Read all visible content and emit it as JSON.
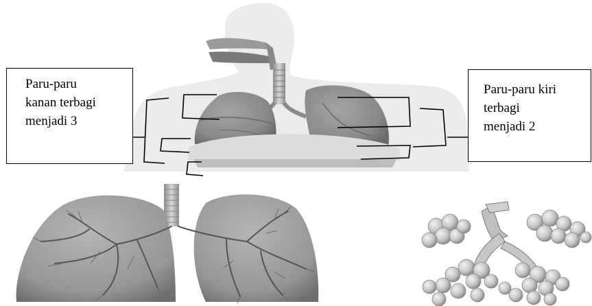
{
  "callouts": {
    "right_lung": {
      "lines": [
        "Paru-paru",
        "kanan terbagi",
        "menjadi 3"
      ]
    },
    "left_lung": {
      "lines": [
        "Paru-paru kiri",
        "terbagi",
        "menjadi 2"
      ]
    }
  },
  "colors": {
    "background": "#ffffff",
    "body_silhouette": "#ebebeb",
    "lung_tissue": "#8f8f8f",
    "lung_dark": "#5e5e5e",
    "diaphragm": "#dcdcdc",
    "trachea": "#b8b8b8",
    "bronchial_vessels": "#555555",
    "alveoli": "#c4c4c4",
    "callout_border": "#000000",
    "bracket_line": "#000000"
  },
  "illustrations": [
    "human-respiratory-system-torso",
    "lungs-with-bronchial-tree",
    "alveoli-cluster"
  ]
}
